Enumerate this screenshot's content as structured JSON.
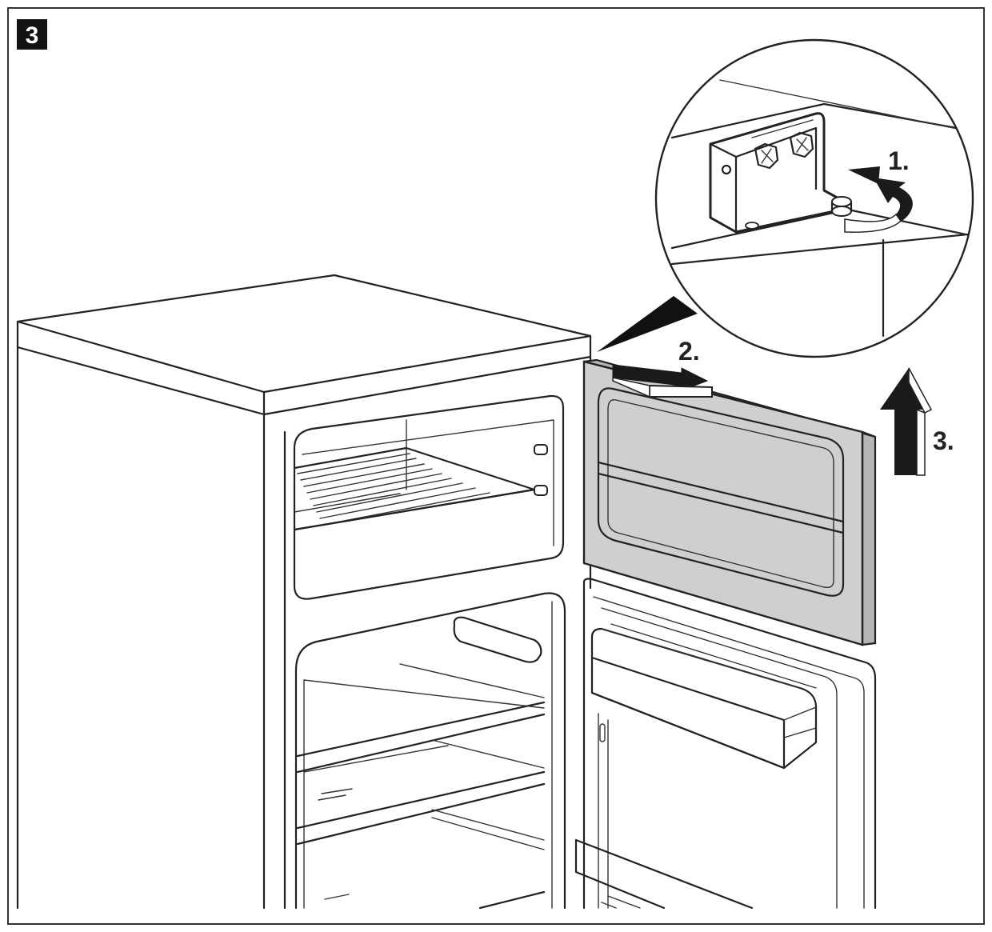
{
  "figure": {
    "badge": "3",
    "steps": {
      "step1": "1.",
      "step2": "2.",
      "step3": "3."
    },
    "colors": {
      "door_panel": "#cfcfcf",
      "door_edge": "#b5b5b5",
      "line": "#222222",
      "badge_bg": "#111111",
      "arrow_fill": "#1a1a1a"
    }
  }
}
